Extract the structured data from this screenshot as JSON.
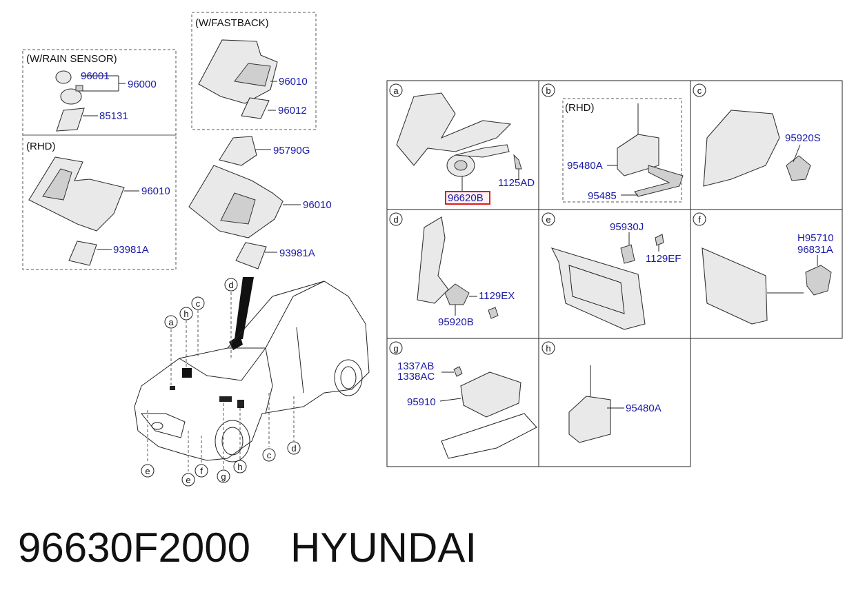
{
  "groups": {
    "rain_sensor": "(W/RAIN SENSOR)",
    "rhd_left": "(RHD)",
    "fastback": "(W/FASTBACK)",
    "panel_b_rhd": "(RHD)"
  },
  "parts_left": {
    "p96001": "96001",
    "p96000": "96000",
    "p85131": "85131",
    "p96010_rhd": "96010",
    "p93981a_rhd": "93981A",
    "p96010_fb": "96010",
    "p96012": "96012",
    "p95790g": "95790G",
    "p96010_mid": "96010",
    "p93981a_mid": "93981A"
  },
  "panels": {
    "a": {
      "letter": "a",
      "parts": [
        "96620B",
        "1125AD"
      ],
      "highlight": "96620B"
    },
    "b": {
      "letter": "b",
      "parts": [
        "95480A",
        "95485"
      ]
    },
    "c": {
      "letter": "c",
      "parts": [
        "95920S"
      ]
    },
    "d": {
      "letter": "d",
      "parts": [
        "1129EX",
        "95920B"
      ]
    },
    "e": {
      "letter": "e",
      "parts": [
        "95930J",
        "1129EF"
      ]
    },
    "f": {
      "letter": "f",
      "parts": [
        "H95710",
        "96831A"
      ]
    },
    "g": {
      "letter": "g",
      "parts": [
        "1337AB",
        "1338AC",
        "95910"
      ]
    },
    "h": {
      "letter": "h",
      "parts": [
        "95480A"
      ]
    }
  },
  "car_callouts": [
    "a",
    "h",
    "c",
    "d",
    "e",
    "e",
    "f",
    "g",
    "h",
    "c",
    "d"
  ],
  "highlight_color": "#e01b1b",
  "part_number_color": "#1a1aa6",
  "footer": {
    "part_number": "96630F2000",
    "brand": "HYUNDAI"
  }
}
